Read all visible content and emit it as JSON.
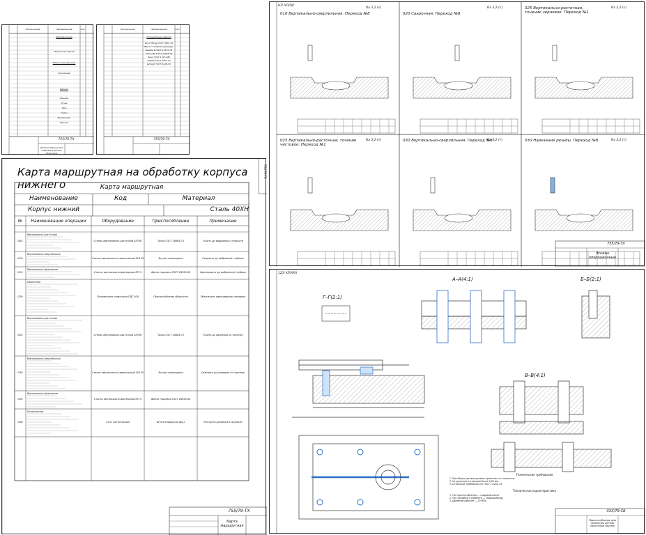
{
  "spec_sheets": [
    {
      "headers": [
        "Обозначение",
        "Наименование",
        "Кол."
      ],
      "section_title": "Документация",
      "rows": [
        "Сборочный чертеж",
        "Сборочные единицы",
        "Основание",
        "Детали",
        "Крышка",
        "Ручка",
        "Тяга",
        "Гайка",
        "Эксцентрик",
        "Шпонка"
      ],
      "stamp": "755/79-ТХ",
      "stamp_name": "Приспособление для сверления детали сборочное"
    },
    {
      "headers": [
        "Обозначение",
        "Наименование",
        "Кол."
      ],
      "section_title": "Стандартные изделия",
      "rows": [
        "Болт М6-6g ГОСТ 7805-70",
        "Винт с головкой цилиндр.",
        "Шайба 6 ГОСТ 11371-78",
        "Гайка М6 ГОСТ 15526-70",
        "Винт ГОСТ 17473-80",
        "Шайба ГОСТ 6402-70",
        "Штифт ГОСТ 3128-70"
      ],
      "stamp": "755/79-ТХ"
    }
  ],
  "route_card": {
    "main_title": "Карта маршрутная на обработку корпуса нижнего",
    "card_label": "Карта маршрутная",
    "header_name": "Наименование",
    "header_code": "Код",
    "header_material": "Материал",
    "part_name": "Корпус нижний",
    "material": "Сталь 40ХН",
    "col_no": "№",
    "col_operation": "Наименование операции",
    "col_equipment": "Оборудование",
    "col_fixture": "Приспособление",
    "col_note": "Примечание",
    "operations": [
      {
        "no": "005",
        "name": "Вертикально-расточная",
        "equipment": "Станок вертикально-расточной 2Е78П",
        "fixture": "Тиски ГОСТ 18684-73",
        "note": "Точить до выбранных стойкости"
      },
      {
        "no": "010",
        "name": "Вертикально-сверлильная",
        "equipment": "Станок вертикально-сверлильный 2Н135",
        "fixture": "Втулка переходная",
        "note": "Сверлить до выбранной глубины"
      },
      {
        "no": "015",
        "name": "Вертикально-фрезерная",
        "equipment": "Станок вертикально-фрезерный 6Т13",
        "fixture": "Фреза торцевая ГОСТ 26595-85",
        "note": "Фрезеровать до выбранной глубины"
      },
      {
        "no": "020",
        "name": "Сварочная",
        "equipment": "Полуавтомат сварочный ПДГ-508",
        "fixture": "Приспособление сборочное",
        "note": "Обеспечить равномерную наплавку"
      },
      {
        "no": "025",
        "name": "Вертикально-расточная",
        "equipment": "Станок вертикально-расточной 2Е78П",
        "fixture": "Тиски ГОСТ 18684-73",
        "note": "Точить до размеров по чертежу"
      },
      {
        "no": "030",
        "name": "Вертикально-сверлильная",
        "equipment": "Станок вертикально-сверлильный 2Н135",
        "fixture": "Втулка переходная",
        "note": "Сверлить до размеров по чертежу"
      },
      {
        "no": "035",
        "name": "Вертикально-фрезерная",
        "equipment": "Станок вертикально-фрезерный 6Т13",
        "fixture": "Фреза торцевая ГОСТ 26595-85",
        "note": ""
      },
      {
        "no": "040",
        "name": "Контрольная",
        "equipment": "Стол контрольный",
        "fixture": "Штангенциркуль ШЦ-I",
        "note": "Контроль размеров в журнале"
      }
    ],
    "stamp": "755/79-ТХ",
    "stamp_name": "Карта маршрутная"
  },
  "operations_sheet": {
    "stamp_id": "НЛ-ЧЛ/2И",
    "roughness": "Ra 3,2 (√)",
    "panels": [
      {
        "title": "010 Вертикально-сверлильная. Переход №8"
      },
      {
        "title": "020 Сварочная. Переход №8"
      },
      {
        "title": "025 Вертикально-расточная, точение черновое. Переход №1"
      },
      {
        "title": "025 Вертикально-расточная, точение чистовое. Переход №1"
      },
      {
        "title": "030 Вертикально-сверлильная. Переход №8"
      },
      {
        "title": "030 Нарезание резьбы. Переход №8"
      }
    ],
    "stamp": "755/79-ТХ",
    "stamp_name": "Эскизы операционные"
  },
  "assembly_sheet": {
    "corner_id": "123-ЧЛ/ХХХ",
    "views": {
      "gg": "Г–Г(2:1)",
      "aa": "А–А(4:1)",
      "bb": "Б–Б(2:1)",
      "vv": "В–В(4:1)"
    },
    "requirements_title": "Технические требования",
    "requirements": [
      "1. При сборке детали должны прилегать по плоскости.",
      "2. Не допускается зазоров более 0,05 мм.",
      "3. Остальные требования по ГОСТ 14.202-74."
    ],
    "characteristics_title": "Техническая характеристика",
    "characteristics": [
      "1. Тип приспособления — гидравлическое",
      "2. Тип зажимного элемента — гидроцилиндр",
      "3. Давление рабочее — 10 МПа"
    ],
    "stamp": "ХХХ/79-СБ",
    "stamp_name": "Приспособление для сверления детали сборочный чертеж"
  }
}
